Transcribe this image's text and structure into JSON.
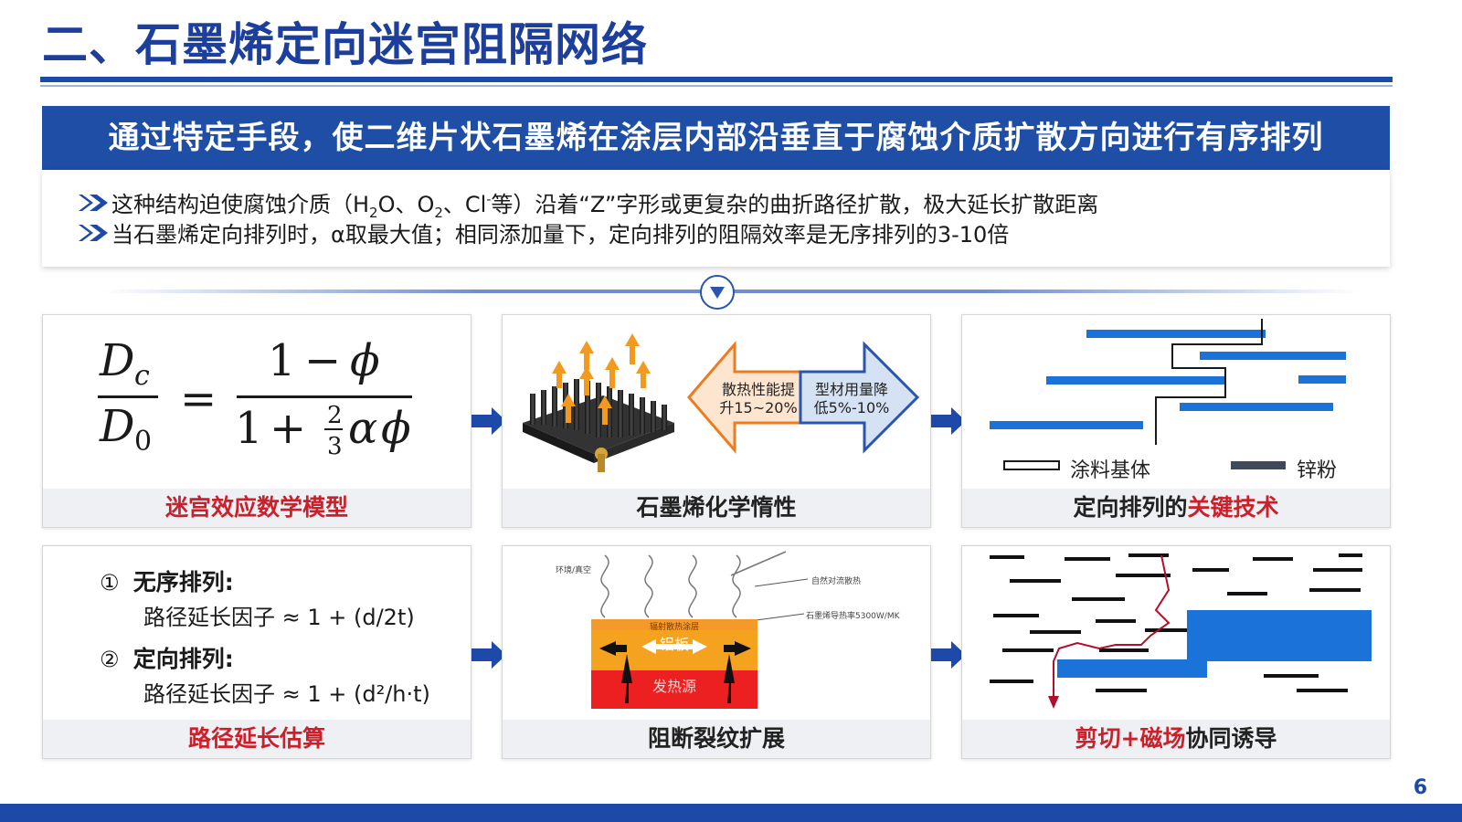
{
  "title": "二、石墨烯定向迷宫阻隔网络",
  "banner": "通过特定手段，使二维片状石墨烯在涂层内部沿垂直于腐蚀介质扩散方向进行有序排列",
  "bullets": [
    {
      "pre": "这种结构迫使腐蚀介质（H",
      "s1": "2",
      "mid1": "O、O",
      "s2": "2",
      "mid2": "、Cl",
      "s3": "-",
      "post": "等）沿着“Z”字形或更复杂的曲折路径扩散，极大延长扩散距离"
    },
    {
      "text": "当石墨烯定向排列时，α取最大值；相同添加量下，定向排列的阻隔效率是无序排列的3-10倍"
    }
  ],
  "cards": {
    "formula": {
      "caption": "迷宫效应数学模型"
    },
    "inert": {
      "caption": "石墨烯化学惰性",
      "left_label_1": "散热性能提",
      "left_label_2": "升15~20%",
      "right_label_1": "型材用量降",
      "right_label_2": "低5%-10%"
    },
    "key_tech": {
      "caption_part1": "定向排列的",
      "caption_part2": "关键技术",
      "legend_matrix": "涂料基体",
      "legend_zinc": "锌粉"
    },
    "path": {
      "caption": "路径延长估算",
      "item1_num": "①",
      "item1_head": "无序排列:",
      "item1_formula": "路径延长因子 ≈ 1 + (d/2t)",
      "item2_num": "②",
      "item2_head": "定向排列:",
      "item2_formula": "路径延长因子 ≈ 1 + (d²/h·t)"
    },
    "crack": {
      "caption": "阻断裂纹扩展",
      "label_env": "环境/真空",
      "label_conv": "自然对流散热",
      "label_cond": "石墨烯导热率5300W/MK",
      "label_coat": "辐射散热涂层",
      "label_al": "铝板",
      "label_heat": "发热源"
    },
    "shear": {
      "caption_part1": "剪切+磁场",
      "caption_part2": "协同诱导"
    }
  },
  "page_number": "6",
  "colors": {
    "primary": "#1f4ea7",
    "accent_red": "#cc1f2a",
    "bar_blue": "#1b73d9"
  }
}
